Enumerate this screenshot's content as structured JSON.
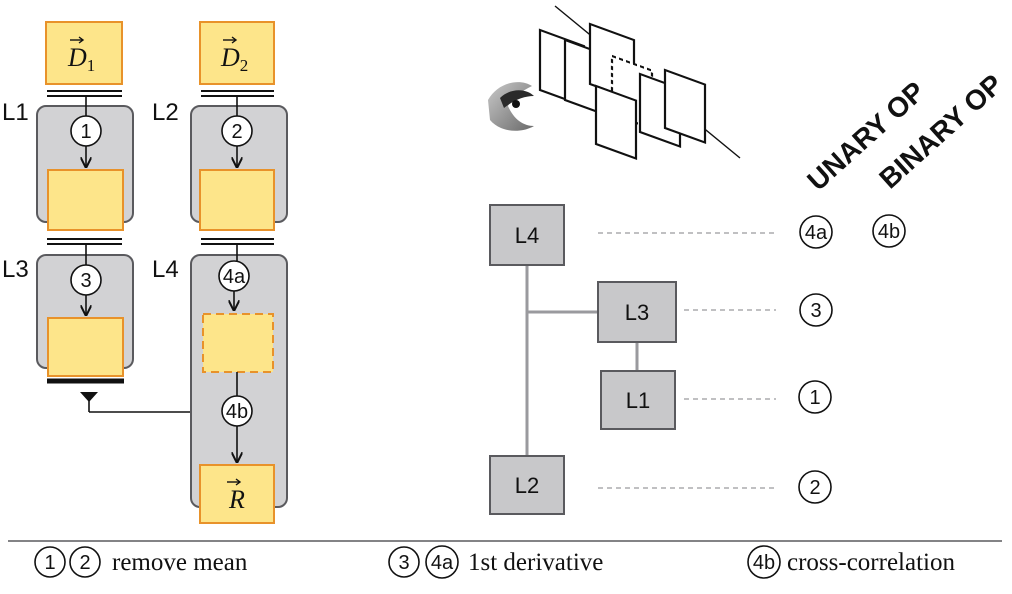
{
  "colors": {
    "data_fill": "#fde58a",
    "data_stroke": "#e8922a",
    "layer_fill": "#d2d2d4",
    "layer_stroke": "#5a5a5e",
    "node_fill": "#c8c8ca",
    "connector": "#9a9a9e"
  },
  "left_panel": {
    "input_d1": {
      "letter": "D",
      "sub": "1"
    },
    "input_d2": {
      "letter": "D",
      "sub": "2"
    },
    "result": {
      "letter": "R"
    },
    "layers": {
      "l1": "L1",
      "l2": "L2",
      "l3": "L3",
      "l4": "L4"
    },
    "ops": {
      "op1": "1",
      "op2": "2",
      "op3": "3",
      "op4a": "4a",
      "op4b": "4b"
    }
  },
  "right_panel": {
    "headers": {
      "unary": "UNARY OP",
      "binary": "BINARY OP"
    },
    "nodes": {
      "l4": "L4",
      "l3": "L3",
      "l1": "L1",
      "l2": "L2"
    },
    "ops": {
      "l4_unary": "4a",
      "l4_binary": "4b",
      "l3_unary": "3",
      "l1_unary": "1",
      "l2_unary": "2"
    }
  },
  "legend": {
    "group1": {
      "badges": [
        "1",
        "2"
      ],
      "text": "remove mean"
    },
    "group2": {
      "badges": [
        "3",
        "4a"
      ],
      "text": "1st derivative"
    },
    "group3": {
      "badges": [
        "4b"
      ],
      "text": "cross-correlation"
    }
  }
}
